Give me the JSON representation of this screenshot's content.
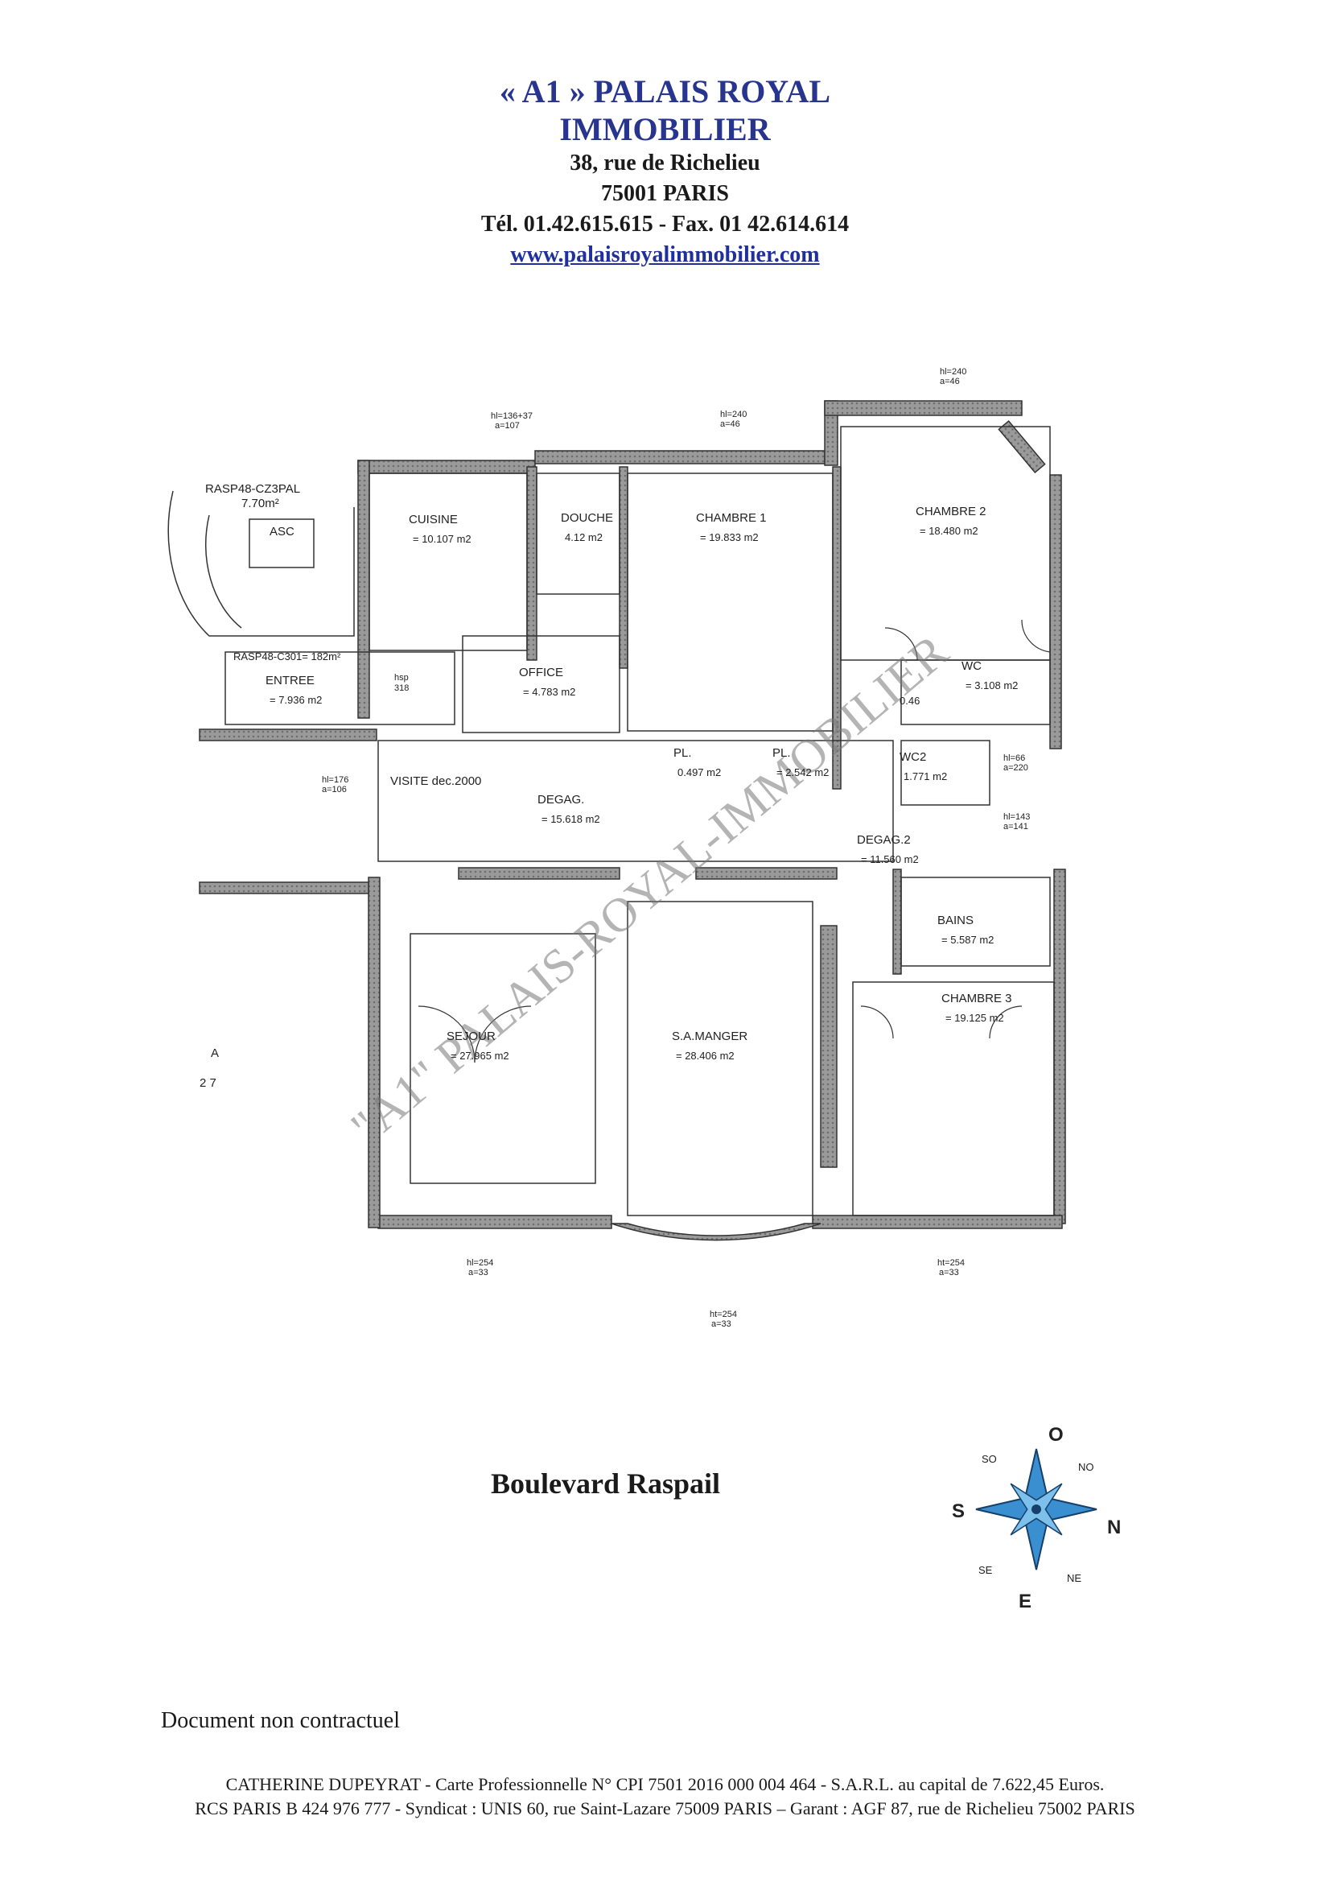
{
  "header": {
    "company": "« A1 » PALAIS ROYAL",
    "company2": "IMMOBILIER",
    "street": "38, rue de Richelieu",
    "city": "75001  PARIS",
    "phone": "Tél. 01.42.615.615 - Fax. 01 42.614.614",
    "website": "www.palaisroyalimmobilier.com"
  },
  "plan": {
    "watermark": "\"A1\" PALAIS-ROYAL-IMMOBILIER",
    "rooms": [
      {
        "name": "CUISINE",
        "area": "= 10.107 m2"
      },
      {
        "name": "DOUCHE",
        "area": "4.12 m2"
      },
      {
        "name": "CHAMBRE 1",
        "area": "= 19.833 m2"
      },
      {
        "name": "CHAMBRE 2",
        "area": "= 18.480 m2"
      },
      {
        "name": "ENTREE",
        "area": "= 7.936 m2"
      },
      {
        "name": "OFFICE",
        "area": "= 4.783 m2"
      },
      {
        "name": "WC",
        "area": "= 3.108 m2"
      },
      {
        "name": "PL.",
        "area": "0.497 m2"
      },
      {
        "name": "PL.",
        "area": "= 2.542 m2"
      },
      {
        "name": "WC2",
        "area": "1.771 m2"
      },
      {
        "name": "DEGAG.",
        "area": "= 15.618 m2"
      },
      {
        "name": "DEGAG.2",
        "area": "= 11.560 m2"
      },
      {
        "name": "BAINS",
        "area": "= 5.587 m2"
      },
      {
        "name": "CHAMBRE 3",
        "area": "= 19.125 m2"
      },
      {
        "name": "SEJOUR",
        "area": "= 27.965 m2"
      },
      {
        "name": "S.A.MANGER",
        "area": "= 28.406 m2"
      }
    ],
    "notes": {
      "rasp1": "RASP48-CZ3PAL",
      "rasp1_area": "7.70m²",
      "asc": "ASC",
      "rasp2": "RASP48-C301= 182m²",
      "hsp": "hsp",
      "hsp_val": "318",
      "visite": "VISITE dec.2000",
      "wc_046": "0.46",
      "hl_top1": "hl=136+37",
      "a_top1": "a=107",
      "hl_top2": "hl=240",
      "a_top2": "a=46",
      "hl_top3": "hl=240",
      "a_top3": "a=46",
      "hl_left": "hl=176",
      "a_left": "a=106",
      "hl_66": "hl=66",
      "a_220": "a=220",
      "hl_143": "hl=143",
      "a_141": "a=141",
      "hl_b1": "hl=254",
      "a_b1": "a=33",
      "ht_b2": "ht=254",
      "a_b2": "a=33",
      "ht_b3": "ht=254",
      "a_b3": "a=33",
      "side_a": "A",
      "side_27": "2  7"
    }
  },
  "street_label": "Boulevard Raspail",
  "compass": {
    "n": "N",
    "s": "S",
    "e": "E",
    "o": "O",
    "no": "NO",
    "so": "SO",
    "ne": "NE",
    "se": "SE"
  },
  "disclaimer": "Document non contractuel",
  "footer": {
    "line1": "CATHERINE DUPEYRAT - Carte Professionnelle N° CPI 7501 2016 000 004 464 - S.A.R.L. au capital de 7.622,45 Euros.",
    "line2": "RCS PARIS B 424 976 777 - Syndicat : UNIS  60, rue Saint-Lazare 75009  PARIS – Garant : AGF 87, rue de Richelieu 75002 PARIS"
  },
  "colors": {
    "header_blue": "#27358f",
    "wall_grey": "#8a8a8a",
    "compass_blue": "#3a8fd0"
  }
}
